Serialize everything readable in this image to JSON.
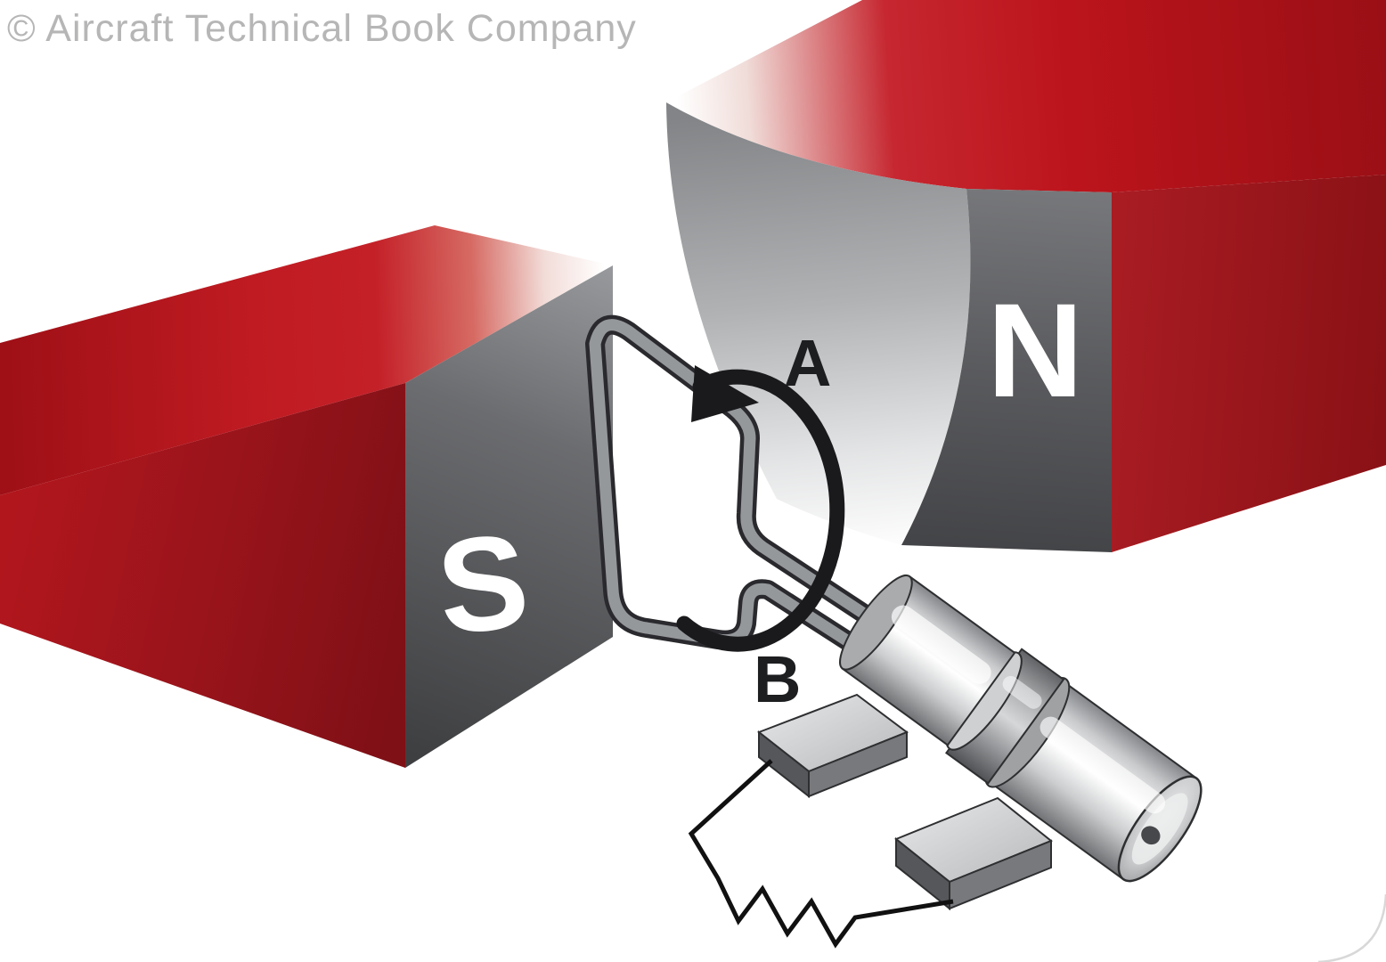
{
  "watermark": {
    "text": "© Aircraft Technical Book Company"
  },
  "diagram": {
    "labels": {
      "south_pole": "S",
      "north_pole": "N",
      "side_a": "A",
      "side_b": "B"
    },
    "components": [
      "south-pole-bar-magnet",
      "north-pole-bar-magnet-with-concave-pole-face",
      "rotating-wire-loop-armature",
      "rotation-direction-arrow",
      "slip-rings",
      "shaft-with-end-cap",
      "brush-1",
      "brush-2",
      "resistor-load-zigzag"
    ],
    "colors": {
      "magnet_red": "#c01b22",
      "magnet_red_dark": "#8a1116",
      "pole_face_gray": "#5a5b5e",
      "curved_pole_light_gray": "#b0b2b4",
      "wire_core_gray": "#95989b",
      "outline_black": "#2a2a2e",
      "metal_light": "#e8e9ea",
      "watermark_gray": "#b6b6b7",
      "background": "#ffffff"
    }
  }
}
